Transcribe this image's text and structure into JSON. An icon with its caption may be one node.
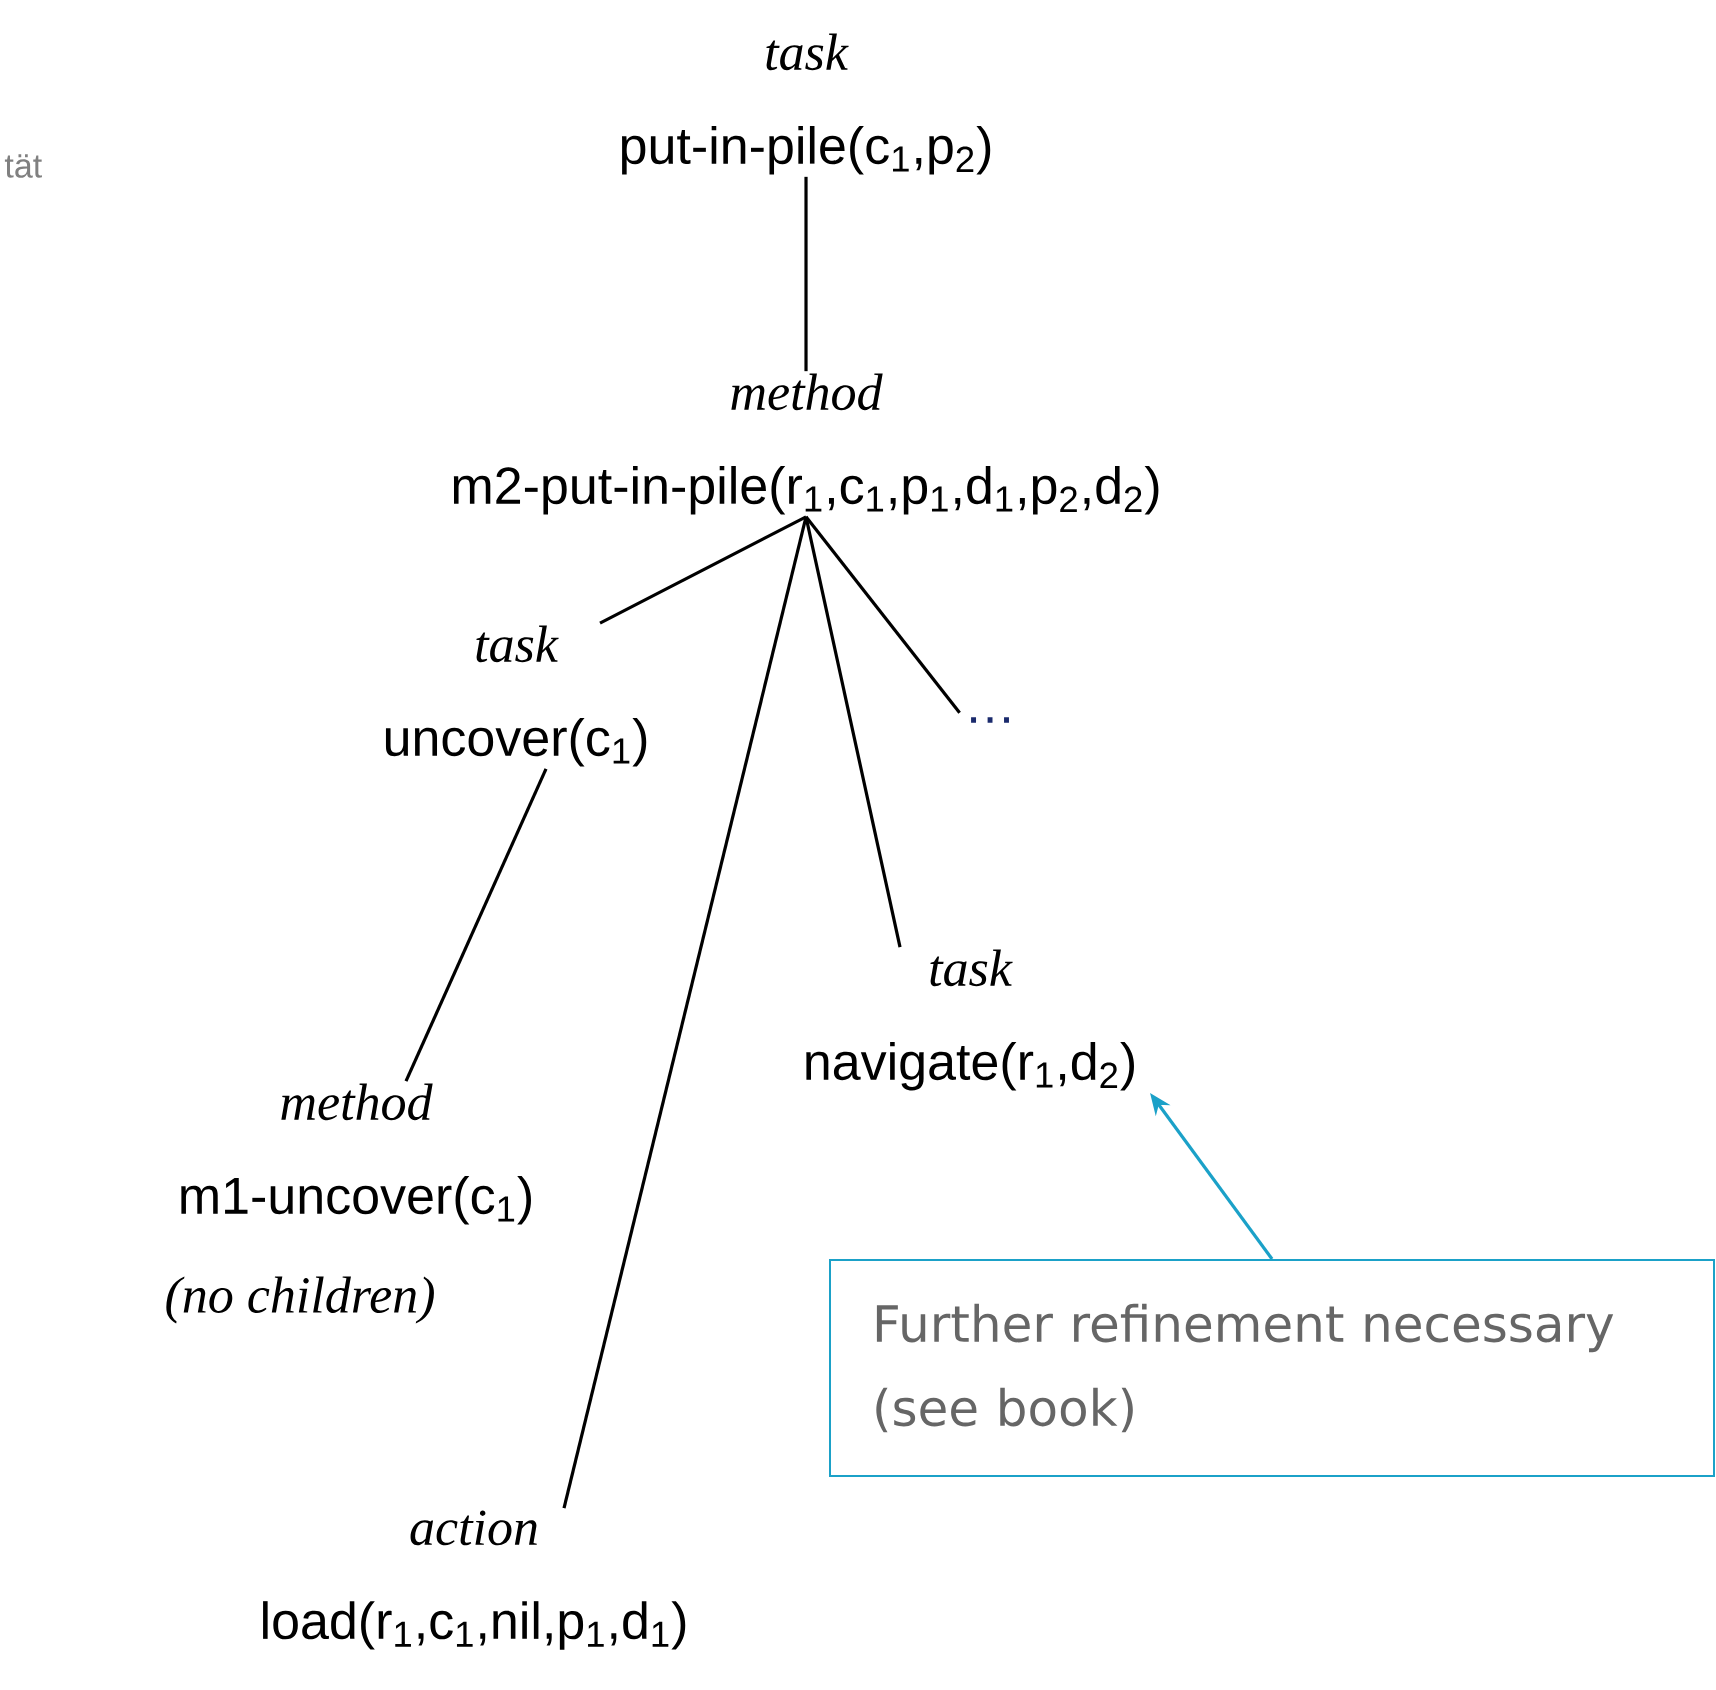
{
  "diagram": {
    "nodes": [
      {
        "text": [
          "task",
          "put-in-pile(c$_{1}$,p$_{2}$)"
        ]
      },
      {
        "text": [
          "method",
          "m2-put-in-pile(r$_{1}$,c$_{1}$,p$_{1}$,d$_{1}$,p$_{2}$,d$_{2}$)"
        ]
      },
      {
        "text": [
          "task",
          "uncover(c$_{1}$)"
        ]
      },
      {
        "text": [
          "…"
        ]
      },
      {
        "text": [
          "task",
          "navigate(r$_{1}$,d$_{2}$)"
        ]
      },
      {
        "text": [
          "method",
          "m1-uncover(c$_{1}$)"
        ],
        "beside": [
          "(no children)"
        ]
      },
      {
        "text": [
          "action",
          "load(r$_{1}$,c$_{1}$,nil,p$_{1}$,d$_{1}$)"
        ]
      },
      {
        "text": [
          "Further refinement necessary (see book)"
        ]
      }
    ],
    "edges": [
      {
        "from": 0,
        "to": 1,
        "arrow": "none"
      },
      {
        "from": 1,
        "to": 2,
        "arrow": "none"
      },
      {
        "from": 1,
        "to": 3,
        "arrow": "none"
      },
      {
        "from": 1,
        "to": 4,
        "arrow": "none"
      },
      {
        "from": 1,
        "to": 6,
        "arrow": "none"
      },
      {
        "from": 2,
        "to": 5,
        "arrow": "none"
      },
      {
        "from": 7,
        "to": 4,
        "arrow": "to",
        "color": "#1ba1c8"
      }
    ],
    "labels": [
      "tät"
    ]
  }
}
